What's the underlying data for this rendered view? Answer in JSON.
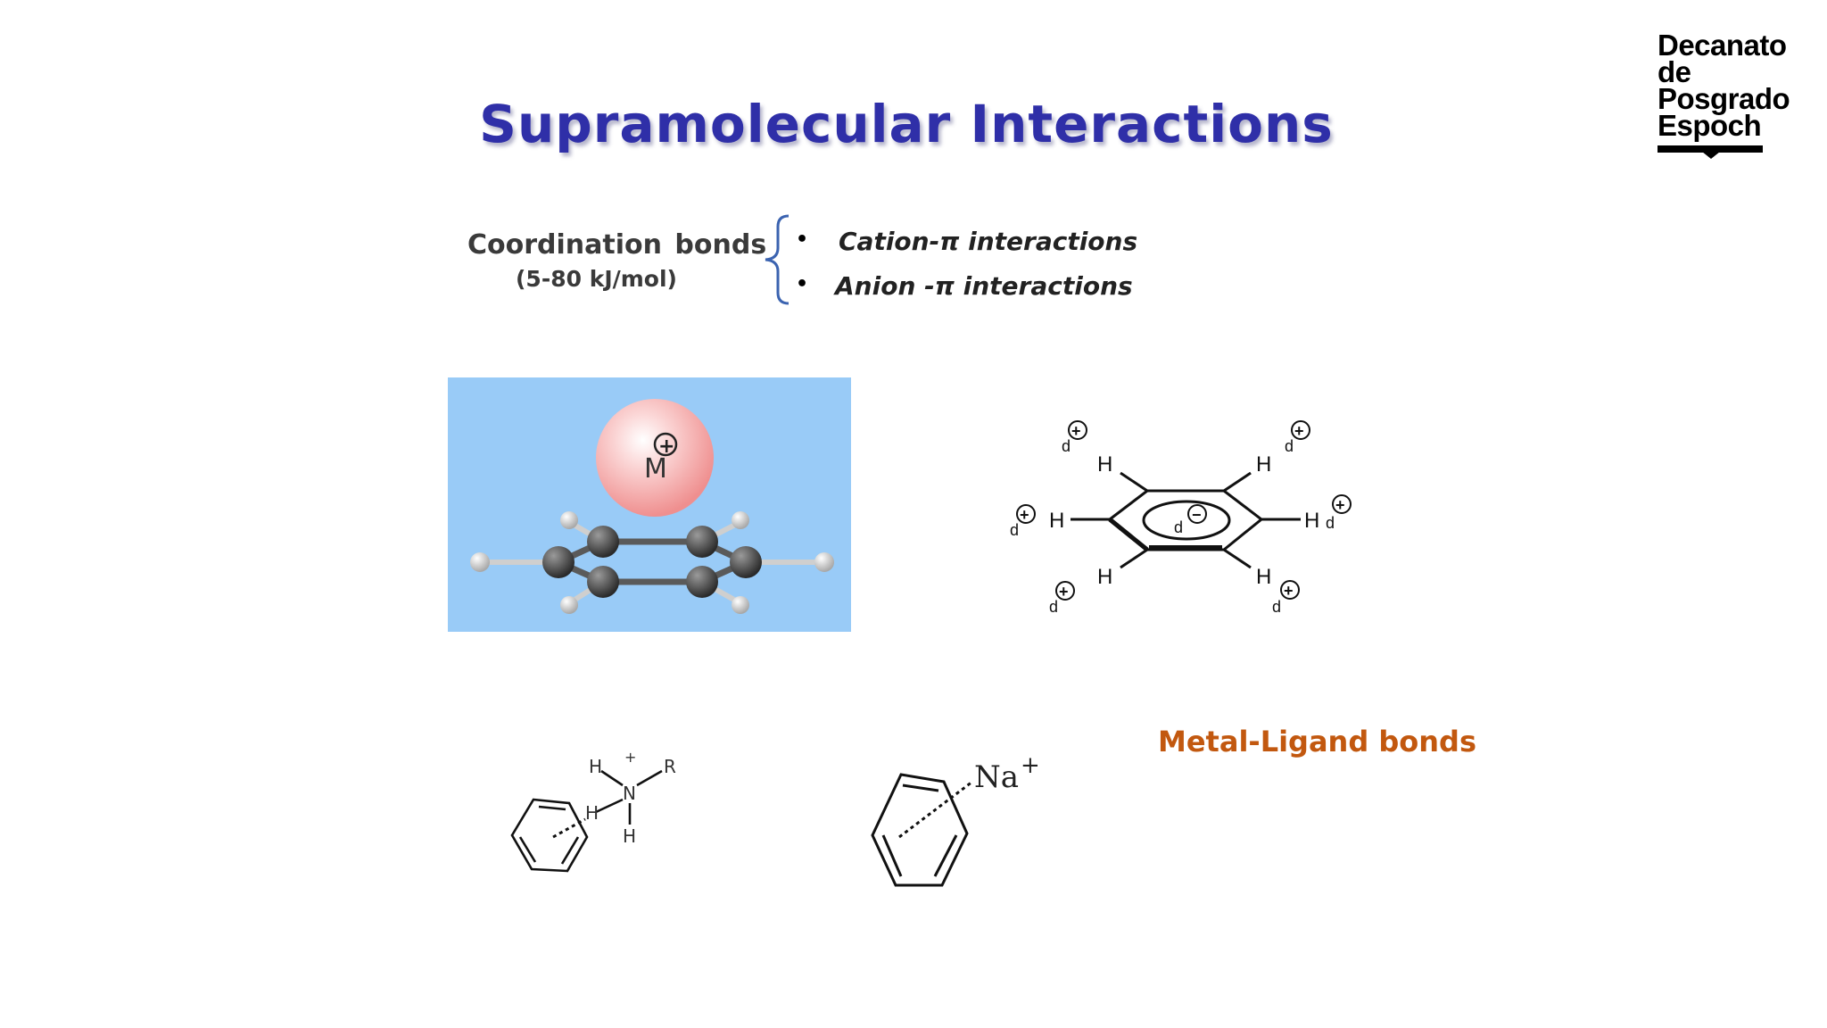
{
  "slide": {
    "title": "Supramolecular Interactions",
    "coordination": {
      "label": "Coordination  bonds",
      "energy": "(5-80 kJ/mol)",
      "items": [
        "Cation-π interactions",
        "Anion -π interactions"
      ]
    },
    "metal_ligand_label": "Metal-Ligand bonds"
  },
  "logo": {
    "line1": "Decanato",
    "line2": "de Posgrado",
    "line3": "Espoch"
  },
  "cation_pi_model": {
    "metal_label": "M",
    "charge": "+",
    "background_color": "#99cbf7",
    "sphere_color": "#f4a5a5"
  },
  "anion_pi_diagram": {
    "hydrogen_label": "H",
    "partial_positive": "d",
    "center_label": "d",
    "center_charge": "−"
  },
  "ammonium_structure": {
    "atoms": [
      "H",
      "+",
      "R",
      "N",
      "H",
      "H"
    ]
  },
  "sodium_structure": {
    "ion": "Na",
    "charge": "+"
  },
  "colors": {
    "title": "#2f2fa8",
    "metal_ligand": "#c2580f",
    "brace": "#3b63b0"
  }
}
